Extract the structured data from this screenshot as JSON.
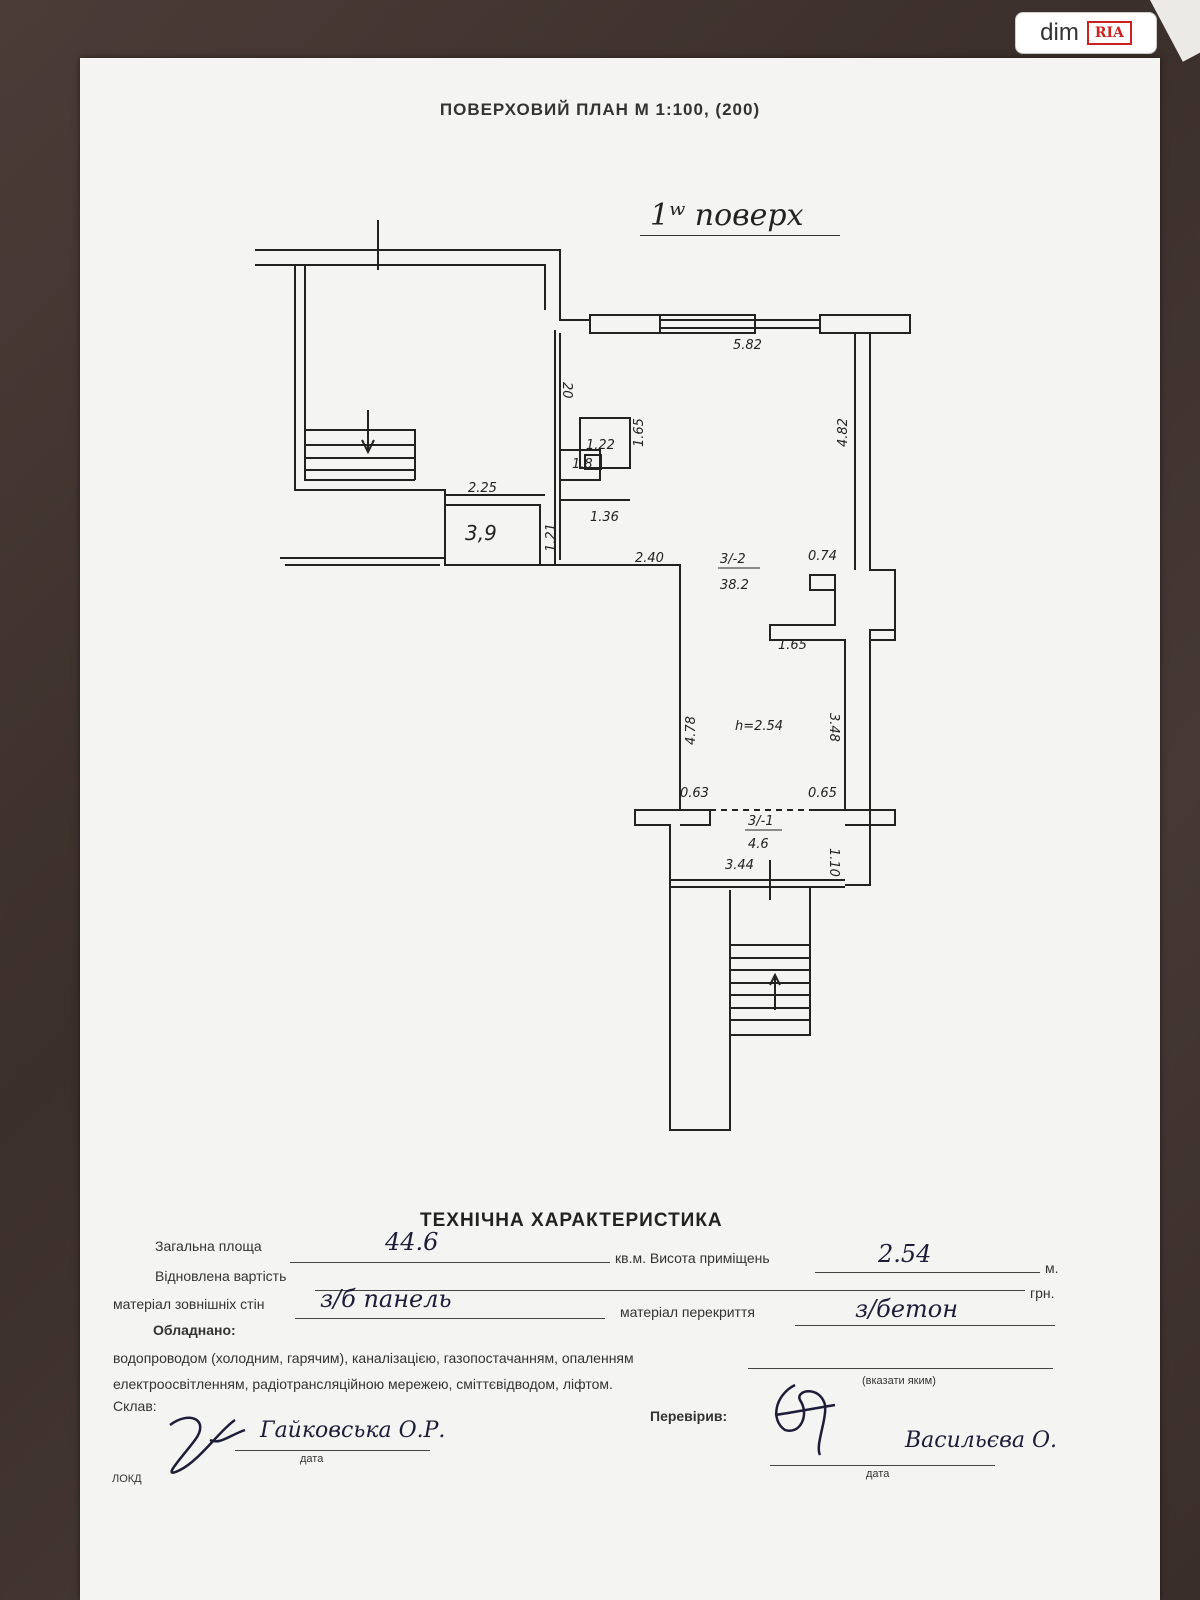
{
  "watermark": {
    "site": "dim",
    "brand": "RIA"
  },
  "plan": {
    "title": "ПОВЕРХОВИЙ ПЛАН М 1:100, (200)",
    "floor_label": "1ʷ поверх",
    "dims": {
      "d582": "5.82",
      "d20": "20",
      "d482": "4.82",
      "d225": "2.25",
      "d136": "1.36",
      "d39": "3,9",
      "d121": "1.21",
      "d240": "2.40",
      "room_num": "3/-2",
      "room_area": "38.2",
      "d074": "0.74",
      "d165": "1.65",
      "d478": "4.78",
      "height": "h=2.54",
      "d348": "3.48",
      "d063": "0.63",
      "d065": "0.65",
      "hall_num": "3/-1",
      "hall_area": "4.6",
      "d110": "1.10",
      "d344": "3.44",
      "wc_a": "1.22",
      "wc_b": "1.8",
      "wc_c": "1.65"
    }
  },
  "tech": {
    "title": "ТЕХНІЧНА ХАРАКТЕРИСТИКА",
    "total_area_label": "Загальна площа",
    "total_area_value": "44.6",
    "area_unit_height_label": "кв.м. Висота приміщень",
    "height_value": "2.54",
    "height_unit": "м.",
    "cost_label": "Відновлена вартість",
    "cost_unit": "грн.",
    "walls_label": "матеріал зовнішніх стін",
    "walls_value": "з/б панель",
    "ceiling_label": "матеріал перекриття",
    "ceiling_value": "з/бетон",
    "equipped_label": "Обладнано:",
    "equipped_line1": "водопроводом (холодним, гарячим), каналізацією, газопостачанням, опаленням",
    "equipped_line2": "електроосвітленням, радіотрансляційною мережею, сміттєвідводом, ліфтом.",
    "specify_note": "(вказати яким)",
    "composed_label": "Склав:",
    "checked_label": "Перевірив:",
    "composer_name": "Гайковська О.Р.",
    "checker_name": "Васильєва О.",
    "date_label": "дата",
    "lokd": "ЛОКД"
  }
}
